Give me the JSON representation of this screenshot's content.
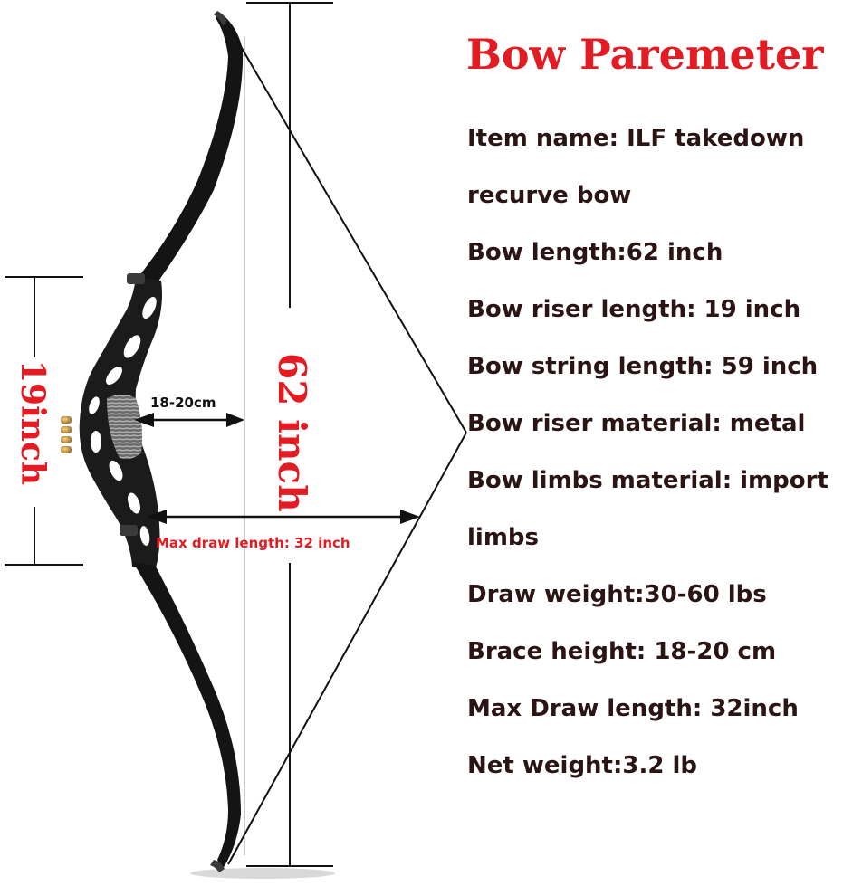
{
  "colors": {
    "title": "#e31b23",
    "text": "#2a1414",
    "dimension_label": "#e31b23",
    "dimension_line": "#111111",
    "bow_body": "#141414"
  },
  "diagram": {
    "bow_length_label": "62 inch",
    "riser_length_label": "19inch",
    "brace_height_label": "18-20cm",
    "draw_length_label": "Max draw length: 32 inch",
    "riser_accent_icon": "wood-grain-grip-icon",
    "stabilizer_bushing_icon": "brass-bushing-icon"
  },
  "specs": {
    "title": "Bow Paremeter",
    "lines": [
      "Item name: ILF takedown",
      "recurve bow",
      "Bow length:62 inch",
      "Bow riser length: 19 inch",
      "Bow string length: 59 inch",
      "Bow riser material: metal",
      "Bow limbs material: import",
      "limbs",
      "Draw weight:30-60 lbs",
      "Brace height: 18-20 cm",
      "Max Draw length: 32inch",
      "Net weight:3.2 lb"
    ]
  }
}
